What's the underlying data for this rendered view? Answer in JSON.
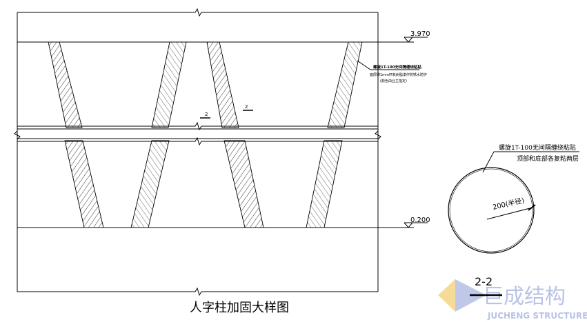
{
  "drawing": {
    "title": "人字柱加固大样图",
    "elevation_top": "3.970",
    "elevation_bottom": "0.200",
    "note_main": {
      "line1": "螺旋1T-100无间隔缠绕粘贴",
      "line2": "面层刷1mm环氧树脂漆作防锈水防护",
      "line3": "(颜色由业主指定)"
    },
    "section_marks": [
      "2",
      "2"
    ],
    "section": {
      "label": "2-2",
      "note_line1": "螺旋1T-100无间隔缠绕粘贴",
      "note_line2": "顶部和底部各复粘两层",
      "radius_label": "200(半径)"
    }
  },
  "watermark": {
    "cn": "巨成结构",
    "en": "JUCHENG STRUCTURE",
    "colors": {
      "yellow": "#f5d88a",
      "blue": "#b9c3e6"
    }
  }
}
